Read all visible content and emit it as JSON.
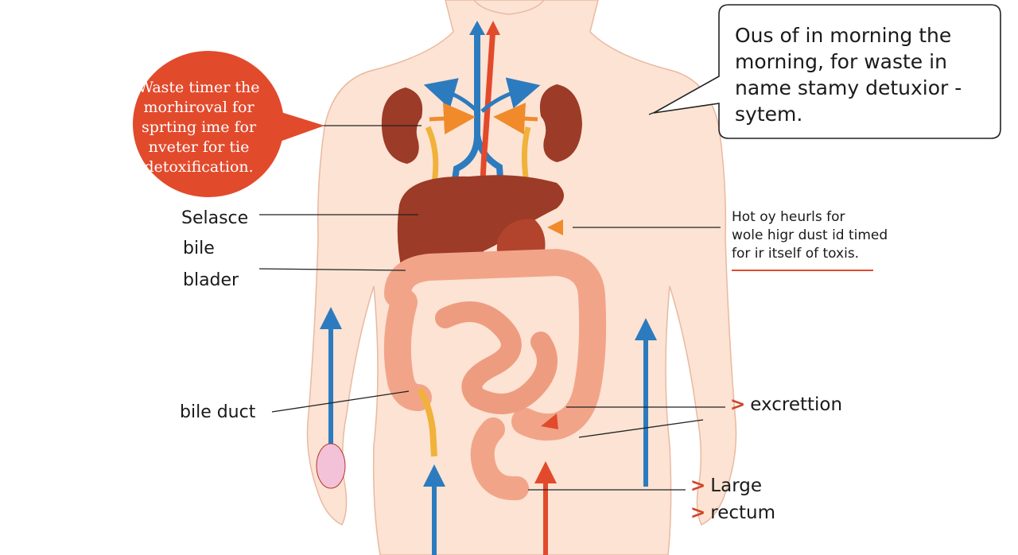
{
  "callout_left": {
    "lines": [
      "Waste timer the",
      "morhiroval for",
      "sprting ime for",
      "nveter for tie",
      "detoxification."
    ],
    "color": "#e24a2c"
  },
  "callout_right": {
    "lines": [
      "Ous of in morning the",
      "morning, for waste in",
      "name stamy detuxior -",
      "sytem."
    ]
  },
  "note_right": {
    "lines": [
      "Hot oy heurls for",
      "wole higr dust id timed",
      "for ir itself of toxis."
    ],
    "underline_color": "#e24a2c"
  },
  "labels": {
    "left_1": "Selasce",
    "left_2": "bile",
    "left_3": "blader",
    "left_4": "bile duct",
    "right_1": "excrettion",
    "right_2": "Large",
    "right_3": "rectum",
    "chevron": ">"
  },
  "colors": {
    "skin": "#fce3d4",
    "skin_outline": "#e9b9a0",
    "organ_brown": "#9c3b27",
    "intestine": "#f2a489",
    "arrow_blue": "#2d7bbf",
    "arrow_red": "#e24a2c",
    "arrow_orange": "#f08a2a",
    "duct_yellow": "#f0b23a"
  }
}
